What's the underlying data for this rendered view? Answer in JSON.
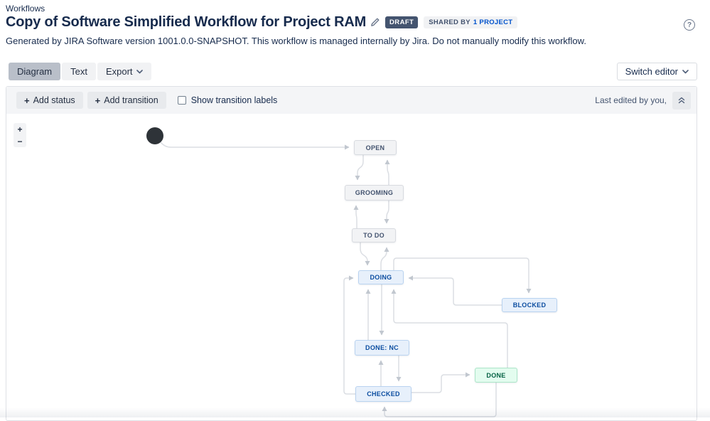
{
  "page": {
    "breadcrumb": "Workflows"
  },
  "header": {
    "title": "Copy of Software Simplified Workflow for Project RAM",
    "draft_badge": "DRAFT",
    "shared_by_label": "SHARED BY",
    "shared_by_count": "1 PROJECT",
    "help_icon": "?",
    "description": "Generated by JIRA Software version 1001.0.0-SNAPSHOT. This workflow is managed internally by Jira. Do not manually modify this workflow."
  },
  "view_controls": {
    "diagram_tab": "Diagram",
    "text_tab": "Text",
    "export_button": "Export",
    "switch_editor_button": "Switch editor"
  },
  "toolbar": {
    "plus_icon": "+",
    "add_status_button": "Add status",
    "add_transition_button": "Add transition",
    "show_transition_labels": "Show transition labels",
    "last_edited": "Last edited by you,"
  },
  "zoom_controls": {
    "zoom_in": "+",
    "zoom_out": "−"
  },
  "colors": {
    "todo_bg": "#F2F3F5",
    "todo_border": "#D8DBE0",
    "todo_text": "#42526E",
    "inprogress_bg": "#E7F0FB",
    "inprogress_border": "#B9D3F0",
    "inprogress_text": "#0B4DA0",
    "done_bg": "#E3FCEF",
    "done_border": "#ABE5C8",
    "done_text": "#056244",
    "draft_badge_bg": "#44546F",
    "link_blue": "#0052CC",
    "edge_line": "#DBDEE3",
    "edge_arrow": "#C1C7CF",
    "initial_node": "#2E3338"
  },
  "workflow": {
    "statuses": [
      {
        "label": "OPEN",
        "category": "todo"
      },
      {
        "label": "GROOMING",
        "category": "todo"
      },
      {
        "label": "TO DO",
        "category": "todo"
      },
      {
        "label": "DOING",
        "category": "inprogress"
      },
      {
        "label": "BLOCKED",
        "category": "inprogress"
      },
      {
        "label": "DONE: NC",
        "category": "inprogress"
      },
      {
        "label": "DONE",
        "category": "done"
      },
      {
        "label": "CHECKED",
        "category": "inprogress"
      }
    ],
    "transitions": [
      {
        "from": "(start)",
        "to": "OPEN"
      },
      {
        "from": "OPEN",
        "to": "GROOMING"
      },
      {
        "from": "GROOMING",
        "to": "OPEN"
      },
      {
        "from": "GROOMING",
        "to": "TO DO"
      },
      {
        "from": "TO DO",
        "to": "GROOMING"
      },
      {
        "from": "TO DO",
        "to": "DOING"
      },
      {
        "from": "DOING",
        "to": "TO DO"
      },
      {
        "from": "DOING",
        "to": "BLOCKED"
      },
      {
        "from": "BLOCKED",
        "to": "DOING"
      },
      {
        "from": "DOING",
        "to": "DONE: NC"
      },
      {
        "from": "DONE: NC",
        "to": "DOING"
      },
      {
        "from": "DONE",
        "to": "DOING"
      },
      {
        "from": "CHECKED",
        "to": "DONE: NC"
      },
      {
        "from": "DONE: NC",
        "to": "CHECKED"
      },
      {
        "from": "CHECKED",
        "to": "DONE"
      },
      {
        "from": "DONE",
        "to": "CHECKED"
      },
      {
        "from": "CHECKED",
        "to": "DOING"
      }
    ]
  }
}
